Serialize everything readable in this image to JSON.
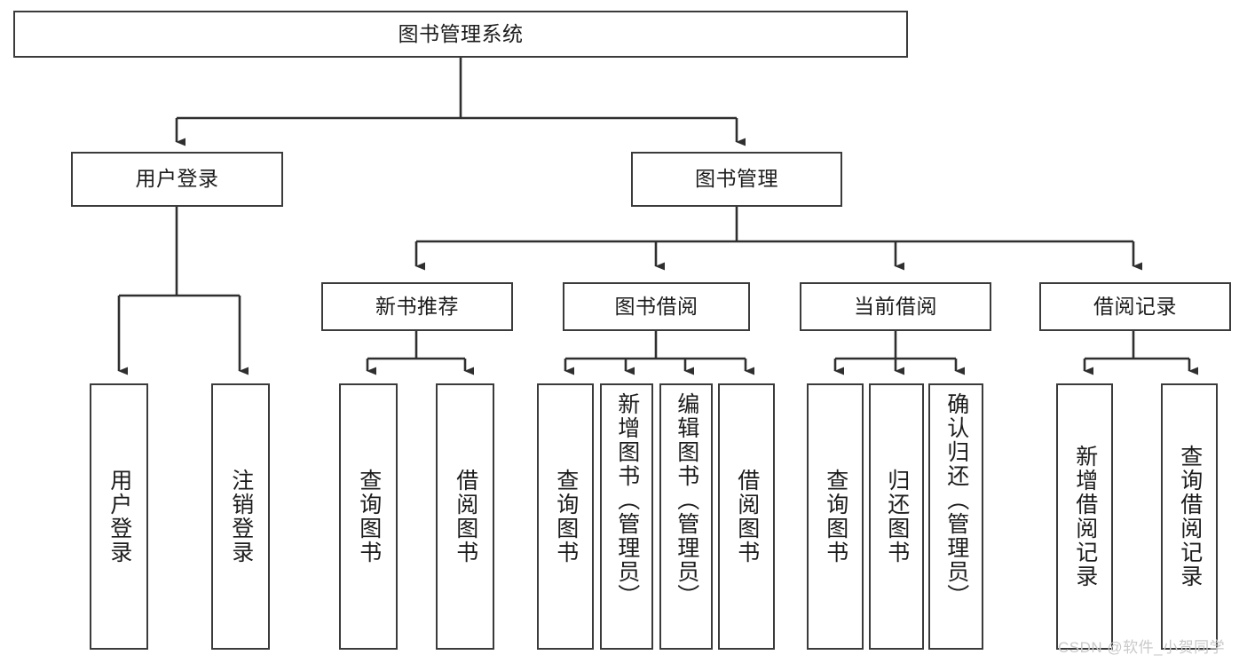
{
  "diagram": {
    "type": "tree-hierarchy-chart",
    "title": "图书管理系统",
    "watermark": "CSDN @软件_小贺同学",
    "colors": {
      "box_border": "#3b3b3b",
      "box_fill": "#ffffff",
      "connector": "#2f2f2f",
      "text": "#1c1c1c",
      "watermark": "#c9c9c9",
      "background": "#ffffff"
    },
    "levels": {
      "root": {
        "label": "图书管理系统"
      },
      "level2": [
        {
          "label": "用户登录"
        },
        {
          "label": "图书管理"
        }
      ],
      "level3": [
        {
          "label": "新书推荐"
        },
        {
          "label": "图书借阅"
        },
        {
          "label": "当前借阅"
        },
        {
          "label": "借阅记录"
        }
      ],
      "leaves": {
        "user_login": [
          {
            "label": "用户登录"
          },
          {
            "label": "注销登录"
          }
        ],
        "new_book_recommend": [
          {
            "label": "查询图书"
          },
          {
            "label": "借阅图书"
          }
        ],
        "book_borrow": [
          {
            "label": "查询图书"
          },
          {
            "label": "新增图书（管理员）"
          },
          {
            "label": "编辑图书（管理员）"
          },
          {
            "label": "借阅图书"
          }
        ],
        "current_borrow": [
          {
            "label": "查询图书"
          },
          {
            "label": "归还图书"
          },
          {
            "label": "确认归还（管理员）"
          }
        ],
        "borrow_record": [
          {
            "label": "新增借阅记录"
          },
          {
            "label": "查询借阅记录"
          }
        ]
      }
    }
  }
}
